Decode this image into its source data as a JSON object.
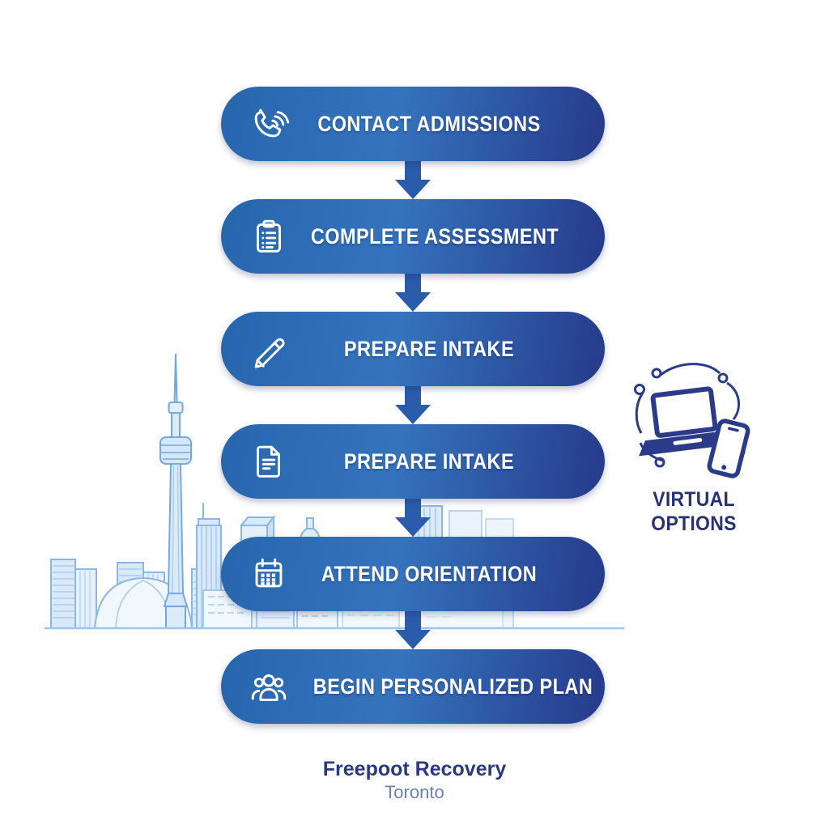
{
  "palette": {
    "background": "#ffffff",
    "pill_grad_left": "#2766ad",
    "pill_grad_mid": "#3574bd",
    "pill_grad_right": "#263a8b",
    "pill_text": "#ffffff",
    "arrow": "#2b5cab",
    "note_text": "#283272",
    "device_icon": "#2c3a8a",
    "footer_title_color": "#2a3a80",
    "footer_subtitle_color": "#6d7eb6",
    "skyline_stroke": "#8ab7e6",
    "skyline_fill": "#ddebfa"
  },
  "steps": [
    {
      "label": "CONTACT ADMISSIONS",
      "icon": "phone-icon"
    },
    {
      "label": "COMPLETE ASSESSMENT",
      "icon": "clipboard-checklist-icon"
    },
    {
      "label": "PREPARE INTAKE",
      "icon": "pencil-icon"
    },
    {
      "label": "PREPARE INTAKE",
      "icon": "document-icon"
    },
    {
      "label": "ATTEND ORIENTATION",
      "icon": "calendar-icon"
    },
    {
      "label": "BEGIN PERSONALIZED PLAN",
      "icon": "people-group-icon"
    }
  ],
  "flow": {
    "arrow_icon": "down-arrow-icon",
    "arrow_count": 5
  },
  "side_note": {
    "icon": "laptop-phone-network-icon",
    "line1": "VIRTUAL",
    "line2": "OPTIONS"
  },
  "footer": {
    "title": "Freepoot Recovery",
    "subtitle": "Toronto"
  },
  "background_art": {
    "name": "toronto-skyline-cn-tower"
  }
}
